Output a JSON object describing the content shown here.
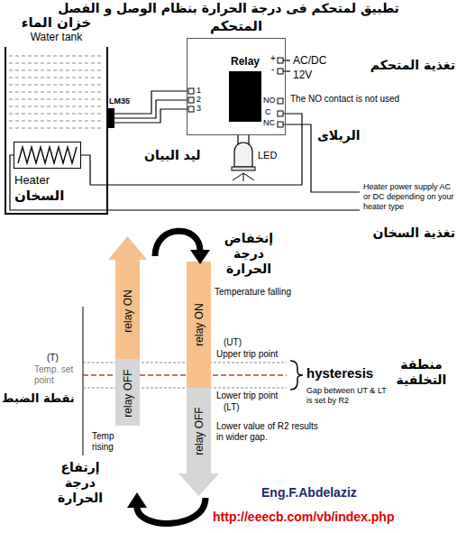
{
  "diagram": {
    "title": "تطبيق لمتحكم فى درجة الحرارة بنظام الوصل و الفصل",
    "nodes": [
      {
        "text": [
          "خزان الماء",
          "Water tank"
        ]
      },
      {
        "text": [
          "Heater",
          "السخان"
        ],
        "in": 0
      },
      {
        "text": [
          "المتحكم"
        ]
      },
      {
        "text": [
          "Relay"
        ],
        "in": 2
      }
    ],
    "edges": [
      {
        "from": 0,
        "to": 2,
        "arrow": "none"
      }
    ],
    "labels": [
      "+",
      "-",
      "AC/DC",
      "12V",
      "تغذية المتحكم",
      "1",
      "2",
      "3",
      "NO",
      "C",
      "NC",
      "The NO contact is not used",
      "الريلاى",
      "LM35",
      "ليد البيان",
      "LED",
      "Heater power supply AC or DC depending on your heater type",
      "تغذية السخان",
      "إنخفاض درجة الحرارة",
      "Temperature falling",
      "relay ON",
      "relay OFF",
      "relay ON",
      "relay OFF",
      "(UT)",
      "Upper trip point",
      "hysteresis",
      "منطقة التخلفية",
      "Gap between UT & LT is set by R2",
      "(T)",
      "Temp. set point",
      "نقطة الضبط",
      "Lower trip point",
      "(LT)",
      "Lower value of R2 results in wider gap.",
      "Temp rising",
      "إرتفاع درجة الحرارة",
      "Eng.F.Abdelaziz",
      "http://eeecb.com/vb/index.php"
    ]
  }
}
